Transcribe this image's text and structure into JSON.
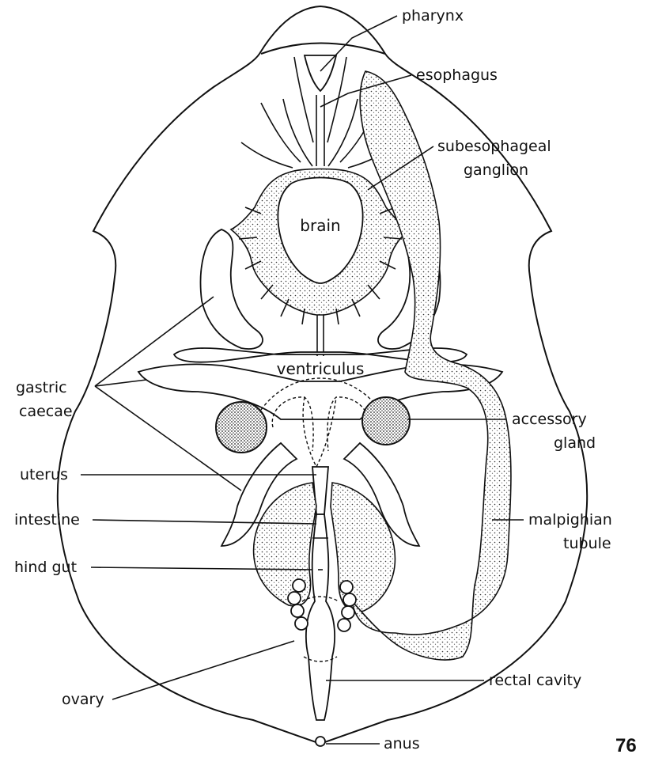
{
  "labels": {
    "pharynx": "pharynx",
    "esophagus": "esophagus",
    "subesophageal_1": "subesophageal",
    "subesophageal_2": "ganglion",
    "brain": "brain",
    "ventriculus": "ventriculus",
    "gastric_1": "gastric",
    "gastric_2": "caecae",
    "accessory_1": "accessory",
    "accessory_2": "gland",
    "uterus": "uterus",
    "intestine": "intestine",
    "malpighian_1": "malpighian",
    "malpighian_2": "tubule",
    "hind_gut": "hind gut",
    "ovary": "ovary",
    "rectal_cavity": "rectal cavity",
    "anus": "anus"
  },
  "page_number": "76"
}
